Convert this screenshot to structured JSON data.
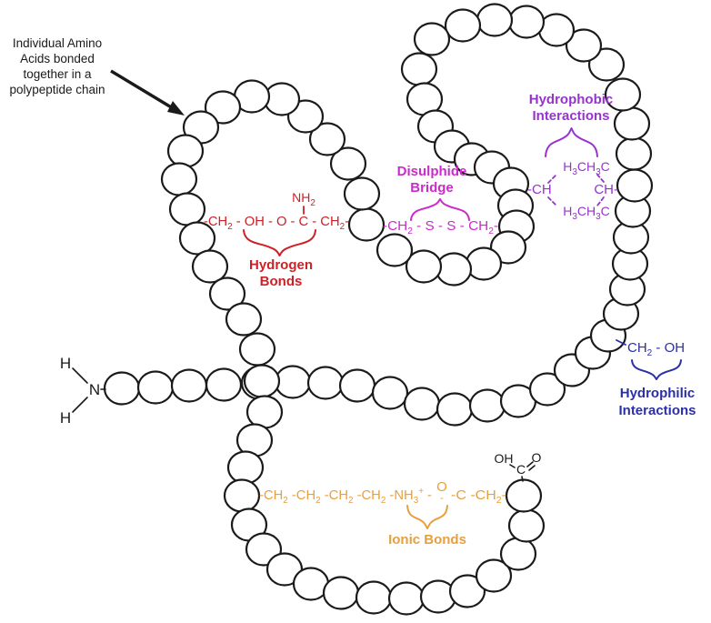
{
  "colors": {
    "ink": "#1a1a1a",
    "red": "#ce2127",
    "magenta": "#cb2bcb",
    "purple": "#9733cd",
    "blue": "#2b2fa8",
    "orange": "#e89f3e"
  },
  "annotation": {
    "lines": [
      "Individual Amino",
      "Acids bonded",
      "together in a",
      "polypeptide chain"
    ]
  },
  "amino_terminus": {
    "h_top": "H",
    "n": "N",
    "h_bottom": "H"
  },
  "carboxyl_terminus": {
    "oh": "OH",
    "c": "C",
    "o": "O"
  },
  "hydrogen": {
    "label_line1": "Hydrogen",
    "label_line2": "Bonds",
    "amine": "NH~2~",
    "formula": "-CH~2~ - OH - O - C - CH~2~-"
  },
  "disulphide": {
    "label_line1": "Disulphide",
    "label_line2": "Bridge",
    "formula": "-CH~2~ - S - S - CH~2~-"
  },
  "hydrophobic": {
    "label_line1": "Hydrophobic",
    "label_line2": "Interactions",
    "methyl_top": "H~3~CH~3~C",
    "methyl_bottom": "H~3~CH~3~C",
    "ch_left": "-CH",
    "ch_right": "CH-"
  },
  "hydrophilic": {
    "label_line1": "Hydrophilic",
    "label_line2": "Interactions",
    "formula": "CH~2~ - OH"
  },
  "ionic": {
    "label": "Ionic Bonds",
    "formula_left": "-CH~2~ -CH~2~ -CH~2~ -CH~2~ -NH~3~^+^ -",
    "oxygen": "O",
    "charge": "-",
    "formula_right": "-C -CH~2~-"
  }
}
